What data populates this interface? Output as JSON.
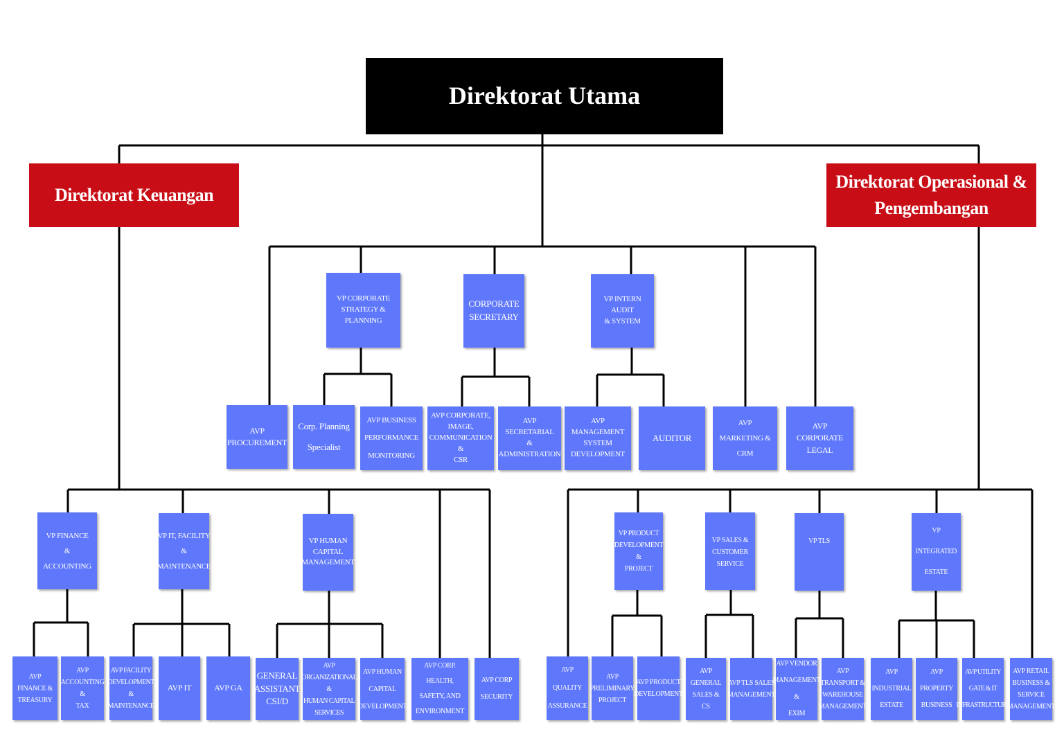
{
  "chart": {
    "top": "Direktorat Utama",
    "dir_keuangan": "Direktorat Keuangan",
    "dir_operasional": "Direktorat Operasional &\nPengembangan",
    "center": {
      "vp_corp_strategy": "VP CORPORATE\nSTRATEGY & PLANNING",
      "corporate_secretary": "CORPORATE\nSECRETARY",
      "vp_intern_audit": "VP INTERN AUDIT\n& SYSTEM",
      "avp_procurement": "AVP\nPROCUREMENT",
      "corp_planning_specialist": "Corp. Planning\nSpecialist",
      "avp_business_performance": "AVP BUSINESS\nPERFORMANCE\nMONITORING",
      "avp_corporate_image": "AVP CORPORATE,\nIMAGE,\nCOMMUNICATION &\nCSR",
      "avp_secretarial": "AVP SECRETARIAL\n&\nADMINISTRATION",
      "avp_management_system": "AVP\nMANAGEMENT\nSYSTEM\nDEVELOPMENT",
      "auditor": "AUDITOR",
      "avp_marketing_crm": "AVP\nMARKETING & CRM",
      "avp_corporate_legal": "AVP CORPORATE\nLEGAL"
    },
    "keuangan": {
      "vp_finance_accounting": "VP FINANCE\n&\nACCOUNTING",
      "vp_it_facility": "VP IT, FACILITY\n&\nMAINTENANCE",
      "vp_human_capital": "VP HUMAN\nCAPITAL\nMANAGEMENT",
      "avp_finance_treasury": "AVP\nFINANCE &\nTREASURY",
      "avp_accounting_tax": "AVP\nACCOUNTING &\nTAX",
      "avp_facility_dev": "AVP FACILITY\nDEVELOPMENT &\nMAINTENANCE",
      "avp_it": "AVP IT",
      "avp_ga": "AVP GA",
      "general_assistant": "GENERAL\nASSISTANT\nCSI/D",
      "avp_organizational": "AVP\nORGANIZATIONAL &\nHUMAN CAPITAL\nSERVICES",
      "avp_human_capital_dev": "AVP HUMAN\nCAPITAL\nDEVELOPMENT",
      "avp_corp_hse": "AVP CORP.\nHEALTH,\nSAFETY, AND\nENVIRONMENT",
      "avp_corp_security": "AVP CORP\nSECURITY"
    },
    "operasional": {
      "vp_product_dev": "VP PRODUCT\nDEVELOPMENT &\nPROJECT",
      "vp_sales_cs": "VP SALES &\nCUSTOMER SERVICE",
      "vp_tls": "VP TLS",
      "vp_integrated_estate": "VP INTEGRATED\nESTATE",
      "avp_quality_assurance": "AVP\nQUALITY\nASSURANCE",
      "avp_preliminary_project": "AVP\nPRELIMINARY\nPROJECT",
      "avp_product_development": "AVP PRODUCT\nDEVELOPMENT",
      "avp_general_sales": "AVP GENERAL\nSALES & CS",
      "avp_tls_sales": "AVP TLS SALES\nMANAGEMENT",
      "avp_vendor_management": "AVP VENDOR\nMANAGEMENT &\nEXIM",
      "avp_transport_warehouse": "AVP\nTRANSPORT &\nWAREHOUSE\nMANAGEMENT",
      "avp_industrial_estate": "AVP\nINDUSTRIAL\nESTATE",
      "avp_property_business": "AVP\nPROPERTY\nBUSINESS",
      "avp_utility_gate": "AVP UTILITY\nGATE & IT\nINFRASTRUCTURE",
      "avp_retail_business": "AVP RETAIL\nBUSINESS &\nSERVICE\nMANAGEMENT"
    }
  }
}
